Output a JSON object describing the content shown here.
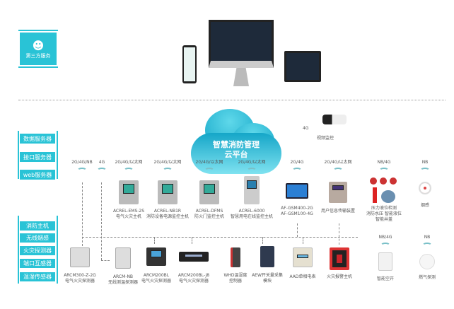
{
  "third_party": {
    "label": "第三方服务"
  },
  "cloud": {
    "line1": "智慧消防管理",
    "line2": "云平台"
  },
  "camera": {
    "signal": "4G",
    "label": "视频监控"
  },
  "servers": [
    "数据服务器",
    "接口服务器",
    "web服务器"
  ],
  "sensors": [
    "消防主机",
    "无线烟感",
    "火灾探测器",
    "端口互感器",
    "温湿传感器"
  ],
  "top_devices": [
    {
      "protocol": "2G/4G/NB",
      "model": "",
      "name": ""
    },
    {
      "protocol": "4G",
      "model": "",
      "name": ""
    },
    {
      "protocol": "2G/4G/以太网",
      "model": "ACREL-EMS-2S",
      "name": "电气火灾主机"
    },
    {
      "protocol": "2G/4G/以太网",
      "model": "ACREL-NB1R",
      "name": "消防设备电源监控主机"
    },
    {
      "protocol": "2G/4G/以太网",
      "model": "ACREL-DFMS",
      "name": "防火门监控主机"
    },
    {
      "protocol": "2G/4G/以太网",
      "model": "ACREL-6000",
      "name": "智慧用电在线监控主机"
    },
    {
      "protocol": "2G/4G",
      "model": "AF-GSM400-2G",
      "name": "AF-GSM100-4G"
    },
    {
      "protocol": "2G/4G/以太网",
      "model": "",
      "name": "用户信息传输装置"
    },
    {
      "protocol": "NB/4G",
      "model": "压力液位检测",
      "name": "消防水压 智能液位 智能井盖"
    },
    {
      "protocol": "NB",
      "model": "",
      "name": "烟感"
    }
  ],
  "bottom_devices": [
    {
      "model": "ARCM300-Z-2G",
      "name": "电气火灾探测器"
    },
    {
      "model": "ARCM-NB",
      "name": "无线测温探测器"
    },
    {
      "model": "ARCM200BL",
      "name": "电气火灾探测器"
    },
    {
      "model": "ARCM200BL-J8",
      "name": "电气火灾探测器"
    },
    {
      "model": "WHD温湿度",
      "name": "控制器"
    },
    {
      "model": "AEW开关量采集",
      "name": "模块"
    },
    {
      "model": "",
      "name": "AAD单相电表"
    },
    {
      "model": "",
      "name": "火灾报警主机"
    },
    {
      "protocol": "NB/4G",
      "model": "",
      "name": "智能空开"
    },
    {
      "protocol": "NB",
      "model": "",
      "name": "燃气探测"
    }
  ]
}
